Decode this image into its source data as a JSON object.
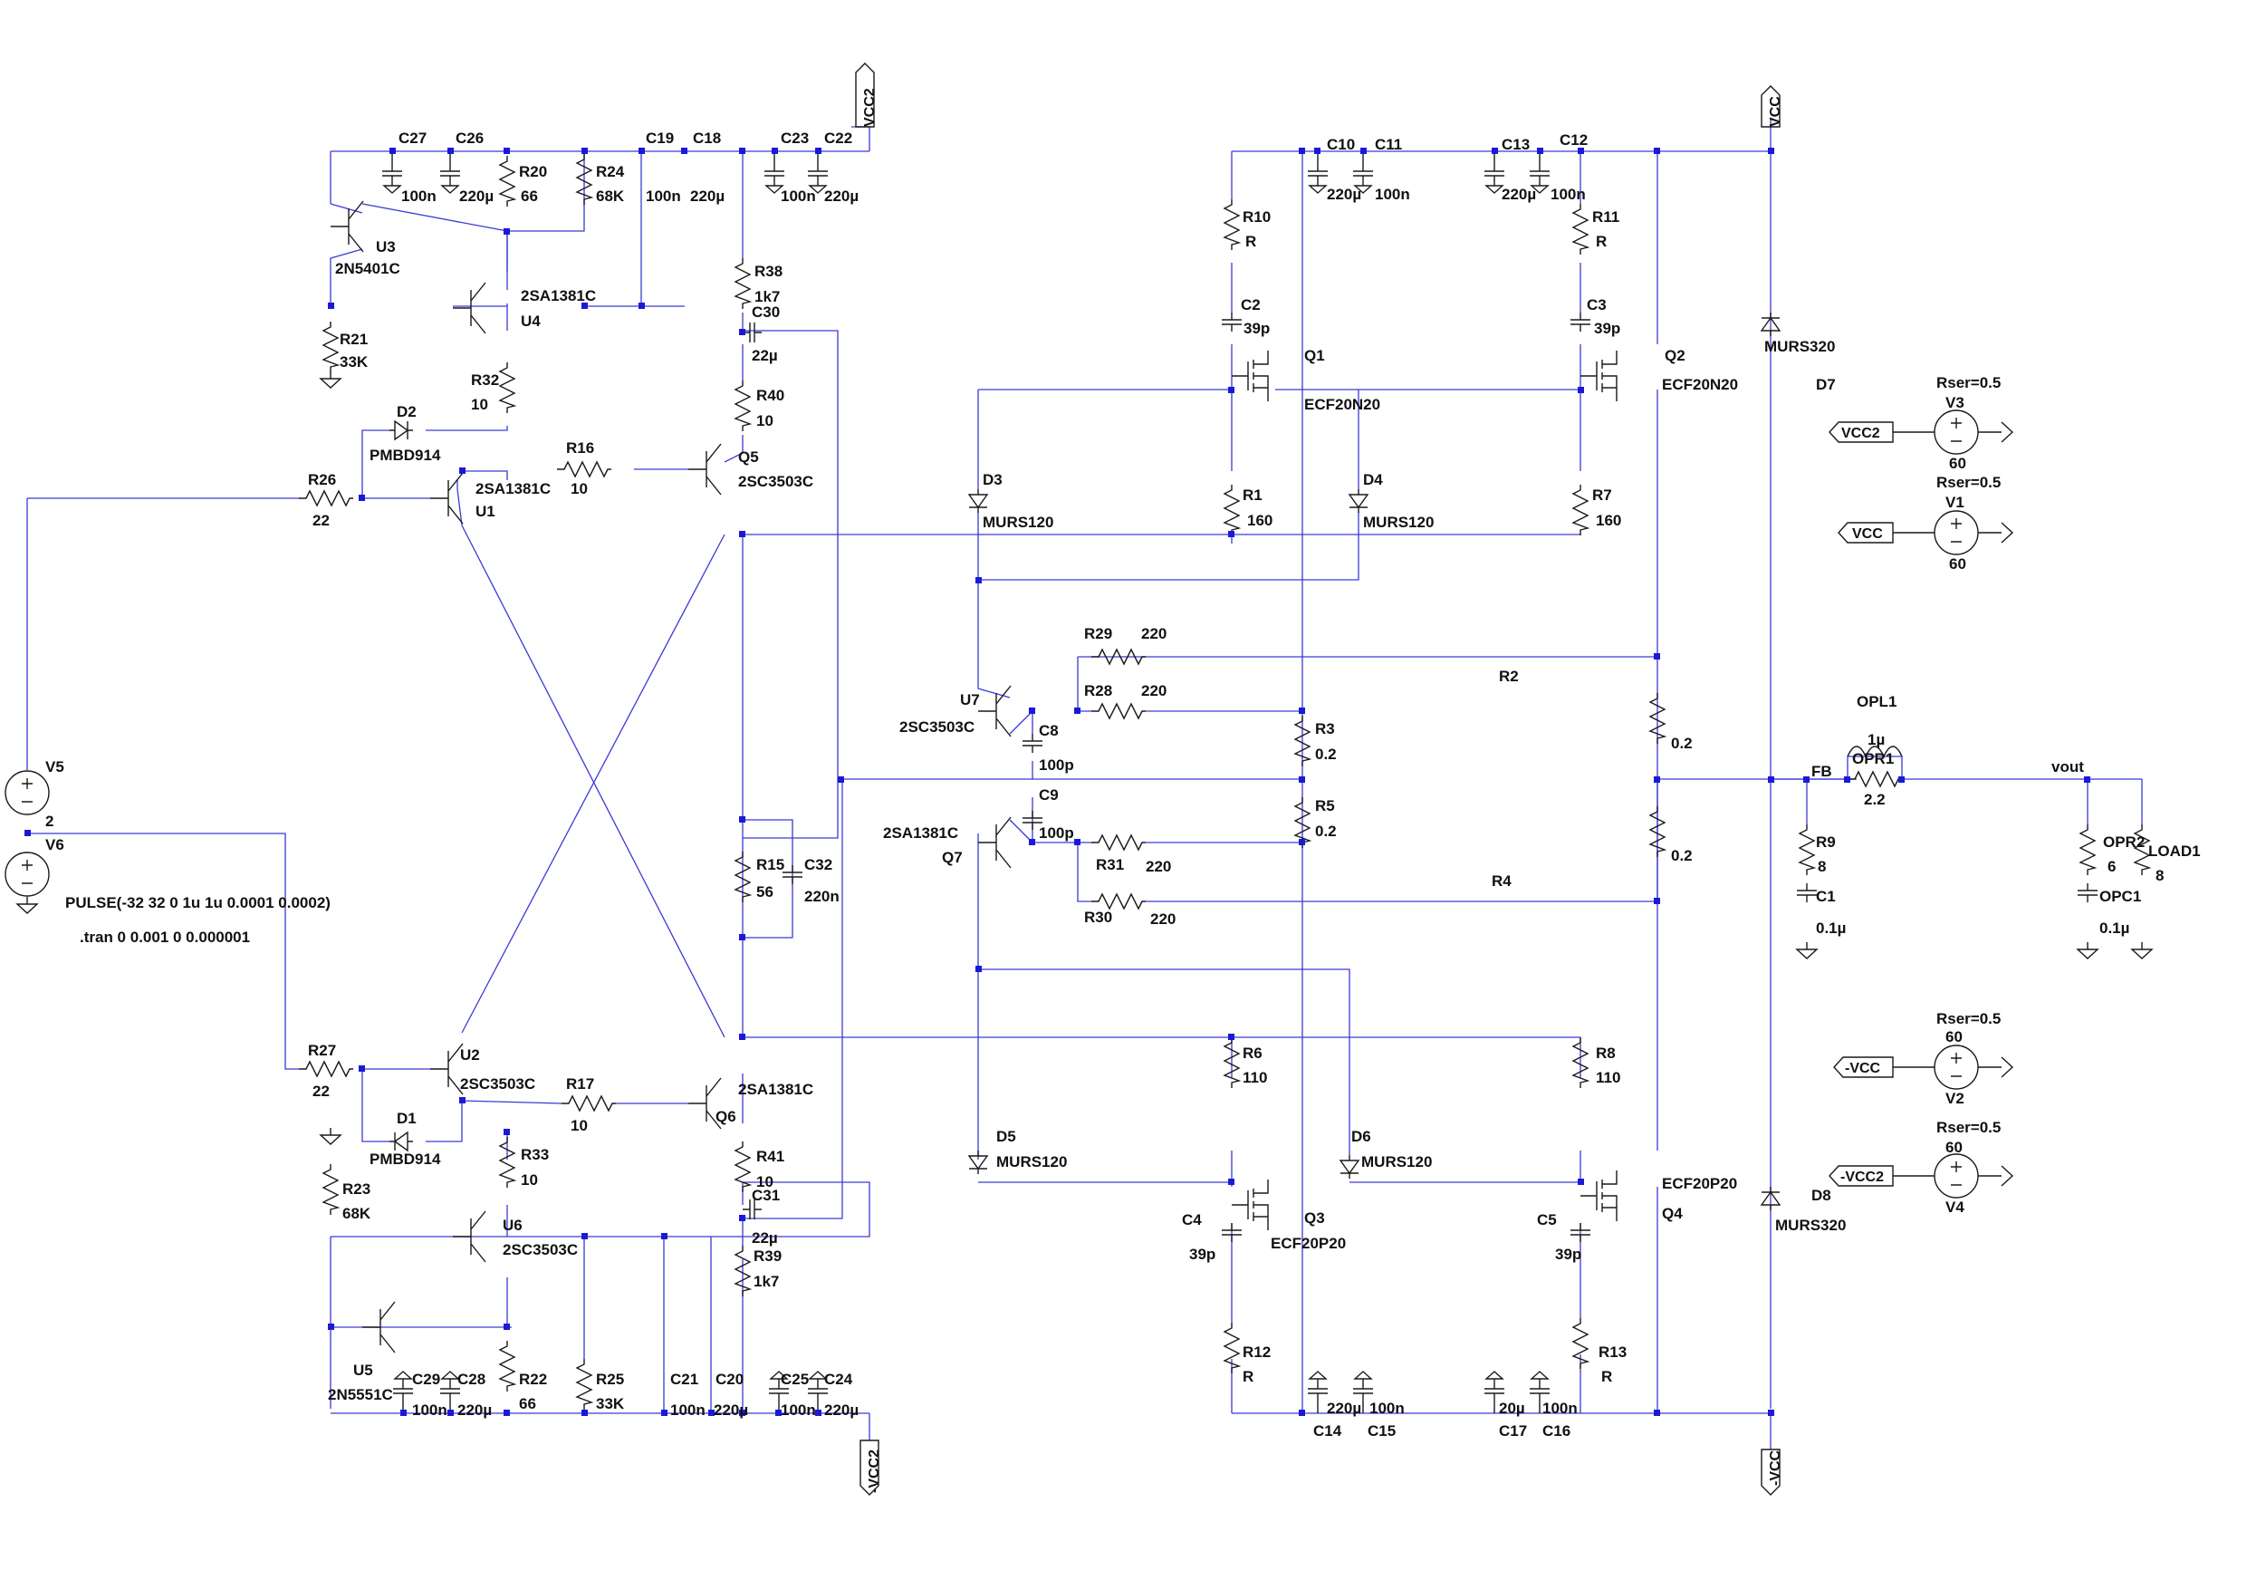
{
  "schematic": {
    "directives": {
      "pulse": "PULSE(-32 32 0 1u 1u 0.0001 0.0002)",
      "tran": ".tran 0 0.001 0 0.000001"
    },
    "nets": {
      "vcc2_top": "VCC2",
      "vcc_top": "VCC",
      "mvcc_bot": "-VCC",
      "mvcc2_bot": "-VCC2",
      "fb": "FB",
      "vout": "vout",
      "vcc2_src": "VCC2",
      "vcc_src": "VCC",
      "mvcc_src": "-VCC",
      "mvcc2_src": "-VCC2"
    },
    "sources": {
      "v3": {
        "name": "V3",
        "rser": "Rser=0.5",
        "value": "60"
      },
      "v1": {
        "name": "V1",
        "rser": "Rser=0.5",
        "value": "60"
      },
      "v2": {
        "name": "V2",
        "rser": "Rser=0.5",
        "value": "60"
      },
      "v4": {
        "name": "V4",
        "rser": "Rser=0.5",
        "value": "60"
      },
      "v5": {
        "name": "V5",
        "value": "2"
      },
      "v6": {
        "name": "V6"
      }
    },
    "labels": {
      "C27": "C27",
      "C27v": "100n",
      "C26": "C26",
      "C26v": "220µ",
      "R20": "R20",
      "R20v": "66",
      "R24": "R24",
      "R24v": "68K",
      "C19": "C19",
      "C19v": "100n",
      "C18": "C18",
      "C18v": "220µ",
      "C23": "C23",
      "C23v": "100n",
      "C22": "C22",
      "C22v": "220µ",
      "U3": "U3",
      "U3p": "2N5401C",
      "U4": "U4",
      "U4p": "2SA1381C",
      "R21": "R21",
      "R21v": "33K",
      "R38": "R38",
      "R38v": "1k7",
      "C30": "C30",
      "C30v": "22µ",
      "R32": "R32",
      "R32v": "10",
      "D2": "D2",
      "D2p": "PMBD914",
      "R16": "R16",
      "R16v": "10",
      "U1": "U1",
      "U1p": "2SA1381C",
      "R26": "R26",
      "R26v": "22",
      "R40": "R40",
      "R40v": "10",
      "Q5": "Q5",
      "Q5p": "2SC3503C",
      "R15": "R15",
      "R15v": "56",
      "C32": "C32",
      "C32v": "220n",
      "R27": "R27",
      "R27v": "22",
      "U2": "U2",
      "U2p": "2SC3503C",
      "R17": "R17",
      "R17v": "10",
      "D1": "D1",
      "D1p": "PMBD914",
      "Q6": "Q6",
      "Q6p": "2SA1381C",
      "R41": "R41",
      "R41v": "10",
      "C31": "C31",
      "C31v": "22µ",
      "R33": "R33",
      "R33v": "10",
      "U6": "U6",
      "U6p": "2SC3503C",
      "R23": "R23",
      "R23v": "68K",
      "R39": "R39",
      "R39v": "1k7",
      "U5": "U5",
      "U5p": "2N5551C",
      "C29": "C29",
      "C29v": "100n",
      "C28": "C28",
      "C28v": "220µ",
      "R22": "R22",
      "R22v": "66",
      "R25": "R25",
      "R25v": "33K",
      "C21": "C21",
      "C21v": "100n",
      "C20": "C20",
      "C20v": "220µ",
      "C25": "C25",
      "C25v": "100n",
      "C24": "C24",
      "C24v": "220µ",
      "C10": "C10",
      "C10v": "220µ",
      "C11": "C11",
      "C11v": "100n",
      "C13": "C13",
      "C13v": "220µ",
      "C12": "C12",
      "C12v": "100n",
      "R10": "R10",
      "R10v": "R",
      "R11": "R11",
      "R11v": "R",
      "C2": "C2",
      "C2v": "39p",
      "C3": "C3",
      "C3v": "39p",
      "Q1": "Q1",
      "Q1p": "ECF20N20",
      "Q2": "Q2",
      "Q2p": "ECF20N20",
      "D7": "D7",
      "D7p": "MURS320",
      "D3": "D3",
      "D3p": "MURS120",
      "D4": "D4",
      "D4p": "MURS120",
      "R1": "R1",
      "R1v": "160",
      "R7": "R7",
      "R7v": "160",
      "R29": "R29",
      "R29v": "220",
      "R28": "R28",
      "R28v": "220",
      "R2": "R2",
      "R2v": "0.2",
      "U7": "U7",
      "U7p": "2SC3503C",
      "C8": "C8",
      "C8v": "100p",
      "R3": "R3",
      "R3v": "0.2",
      "R5": "R5",
      "R5v": "0.2",
      "C9": "C9",
      "C9v": "100p",
      "Q7": "Q7",
      "Q7p": "2SA1381C",
      "R31": "R31",
      "R31v": "220",
      "R30": "R30",
      "R30v": "220",
      "R4": "R4",
      "R4v": "0.2",
      "OPL1": "OPL1",
      "OPL1v": "1µ",
      "OPR1": "OPR1",
      "OPR1v": "2.2",
      "R9": "R9",
      "R9v": "8",
      "C1": "C1",
      "C1v": "0.1µ",
      "OPR2": "OPR2",
      "OPR2v": "6",
      "OPC1": "OPC1",
      "OPC1v": "0.1µ",
      "LOAD1": "LOAD1",
      "LOAD1v": "8",
      "R6": "R6",
      "R6v": "110",
      "R8": "R8",
      "R8v": "110",
      "D5": "D5",
      "D5p": "MURS120",
      "D6": "D6",
      "D6p": "MURS120",
      "Q3": "Q3",
      "Q3p": "ECF20P20",
      "Q4": "Q4",
      "Q4p": "ECF20P20",
      "D8": "D8",
      "D8p": "MURS320",
      "C4": "C4",
      "C4v": "39p",
      "C5": "C5",
      "C5v": "39p",
      "R12": "R12",
      "R12v": "R",
      "R13": "R13",
      "R13v": "R",
      "C14": "C14",
      "C14v": "220µ",
      "C15": "C15",
      "C15v": "100n",
      "C17": "C17",
      "C17v": "20µ",
      "C16": "C16",
      "C16v": "100n"
    }
  }
}
